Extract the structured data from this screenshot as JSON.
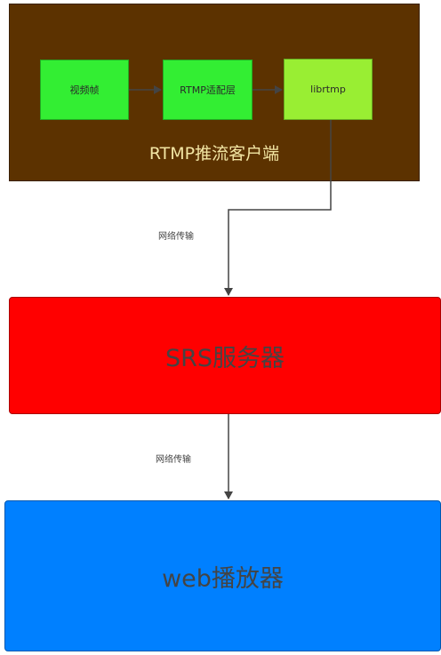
{
  "client": {
    "title": "RTMP推流客户端",
    "nodes": {
      "video_frame": "视频帧",
      "rtmp_adapter": "RTMP适配层",
      "librtmp": "librtmp"
    }
  },
  "edges": {
    "label_client_to_server": "网络传输",
    "label_server_to_player": "网络传输"
  },
  "server": {
    "label": "SRS服务器"
  },
  "player": {
    "label": "web播放器"
  },
  "colors": {
    "client_bg": "#5c3200",
    "client_title": "#f3e6a4",
    "green_node": "#33ee33",
    "librtmp_node": "#99ee33",
    "server_bg": "#ff0000",
    "player_bg": "#0080ff",
    "connector": "#444444"
  }
}
